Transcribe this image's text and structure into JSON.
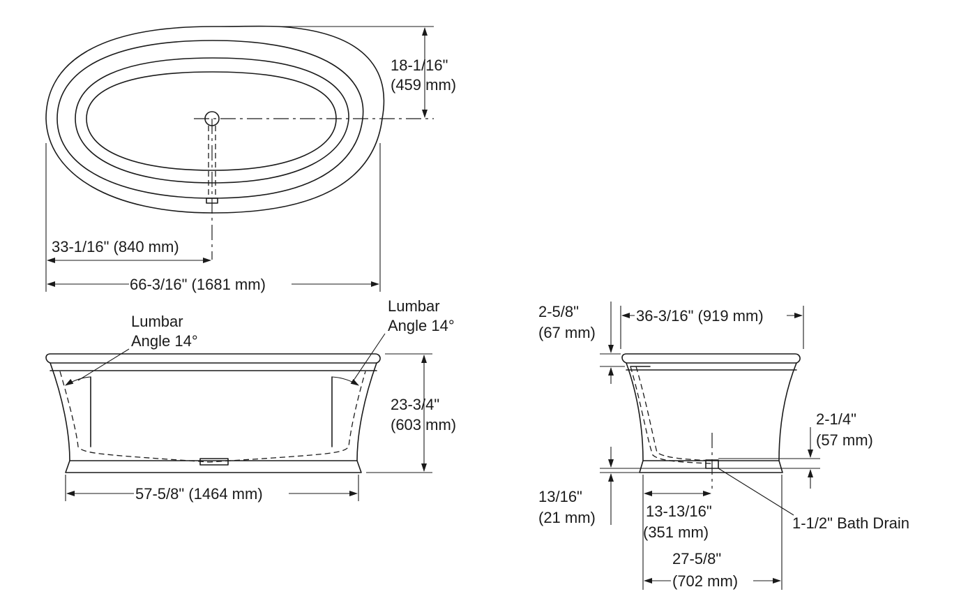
{
  "top_view": {
    "depth_to_drain": "18-1/16\"",
    "depth_to_drain_mm": "(459 mm)",
    "half_length": "33-1/16\" (840 mm)",
    "overall_length": "66-3/16\" (1681 mm)"
  },
  "side_view": {
    "lumbar_left_1": "Lumbar",
    "lumbar_left_2": "Angle 14°",
    "lumbar_right_1": "Lumbar",
    "lumbar_right_2": "Angle 14°",
    "height": "23-3/4\"",
    "height_mm": "(603 mm)",
    "base_length": "57-5/8\" (1464 mm)"
  },
  "end_view": {
    "rim": "2-5/8\"",
    "rim_mm": "(67 mm)",
    "width": "36-3/16\" (919 mm)",
    "drain_height": "2-1/4\"",
    "drain_height_mm": "(57 mm)",
    "base": "13/16\"",
    "base_mm": "(21 mm)",
    "drain_offset": "13-13/16\"",
    "drain_offset_mm": "(351 mm)",
    "drain_label": "1-1/2\" Bath Drain",
    "base_width": "27-5/8\"",
    "base_width_mm": "(702 mm)"
  }
}
